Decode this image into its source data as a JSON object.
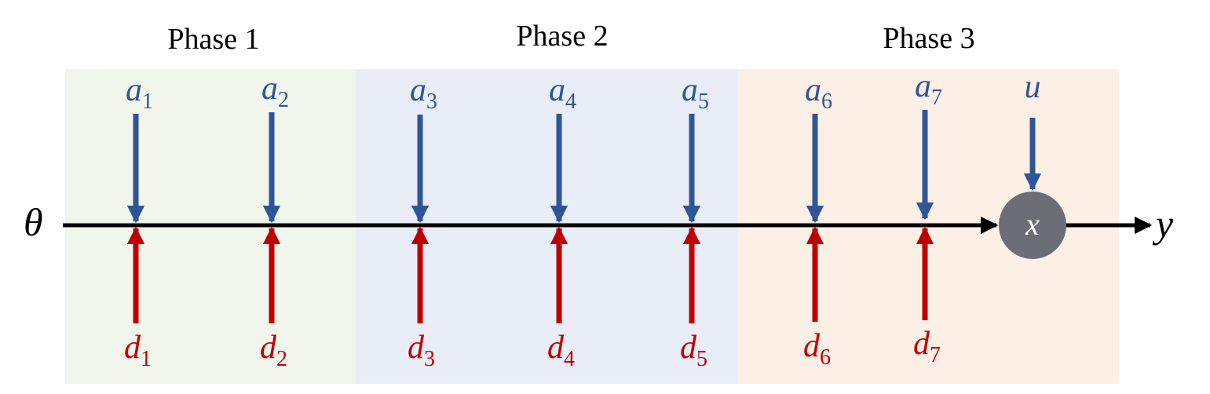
{
  "colors": {
    "phase1_bg": "#f1f6ec",
    "phase2_bg": "#e9edf8",
    "phase3_bg": "#fcefe6",
    "blue": "#2f5597",
    "red": "#c00000",
    "line": "#000000",
    "node": "#6b6e76"
  },
  "phases": [
    {
      "label": "Phase 1"
    },
    {
      "label": "Phase 2"
    },
    {
      "label": "Phase 3"
    }
  ],
  "top_inputs": [
    {
      "letter": "a",
      "sub": "1"
    },
    {
      "letter": "a",
      "sub": "2"
    },
    {
      "letter": "a",
      "sub": "3"
    },
    {
      "letter": "a",
      "sub": "4"
    },
    {
      "letter": "a",
      "sub": "5"
    },
    {
      "letter": "a",
      "sub": "6"
    },
    {
      "letter": "a",
      "sub": "7"
    }
  ],
  "bottom_inputs": [
    {
      "letter": "d",
      "sub": "1"
    },
    {
      "letter": "d",
      "sub": "2"
    },
    {
      "letter": "d",
      "sub": "3"
    },
    {
      "letter": "d",
      "sub": "4"
    },
    {
      "letter": "d",
      "sub": "5"
    },
    {
      "letter": "d",
      "sub": "6"
    },
    {
      "letter": "d",
      "sub": "7"
    }
  ],
  "control_input": "u",
  "start_label": "θ",
  "node_label": "x",
  "output_label": "y"
}
